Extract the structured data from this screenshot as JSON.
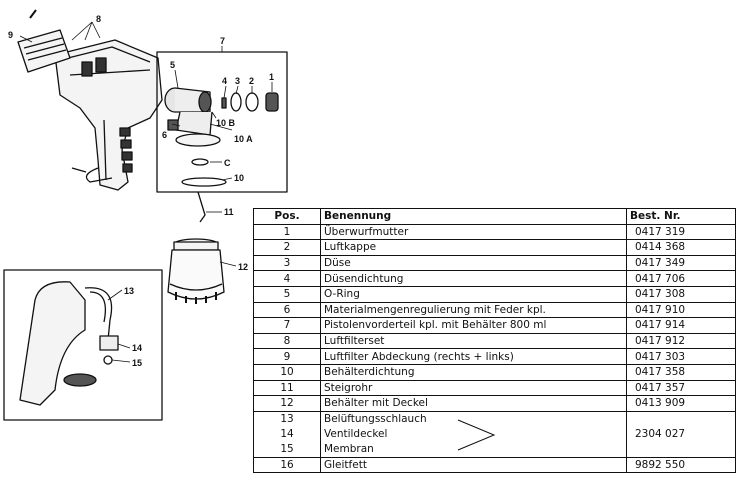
{
  "callouts": {
    "n1": "1",
    "n2": "2",
    "n3": "3",
    "n4": "4",
    "n5": "5",
    "n6": "6",
    "n7": "7",
    "n8": "8",
    "n9": "9",
    "n10": "10",
    "n10a": "10 A",
    "n10b": "10 B",
    "n11": "11",
    "n12": "12",
    "n13": "13",
    "n14": "14",
    "n15": "15",
    "c": "C"
  },
  "table": {
    "headers": {
      "pos": "Pos.",
      "name": "Benennung",
      "nr": "Best. Nr."
    },
    "rows": [
      {
        "pos": "1",
        "name": "Überwurfmutter",
        "nr": "0417 319"
      },
      {
        "pos": "2",
        "name": "Luftkappe",
        "nr": "0414 368"
      },
      {
        "pos": "3",
        "name": "Düse",
        "nr": "0417 349"
      },
      {
        "pos": "4",
        "name": "Düsendichtung",
        "nr": "0417 706"
      },
      {
        "pos": "5",
        "name": "O-Ring",
        "nr": "0417 308"
      },
      {
        "pos": "6",
        "name": "Materialmengenregulierung mit Feder kpl.",
        "nr": "0417 910"
      },
      {
        "pos": "7",
        "name": "Pistolenvorderteil kpl. mit Behälter 800 ml",
        "nr": "0417 914"
      },
      {
        "pos": "8",
        "name": "Luftfilterset",
        "nr": "0417 912"
      },
      {
        "pos": "9",
        "name": "Luftfilter Abdeckung (rechts + links)",
        "nr": "0417 303"
      },
      {
        "pos": "10",
        "name": "Behälterdichtung",
        "nr": "0417 358"
      },
      {
        "pos": "11",
        "name": "Steigrohr",
        "nr": "0417 357"
      },
      {
        "pos": "12",
        "name": "Behälter mit Deckel",
        "nr": "0413 909"
      }
    ],
    "group": {
      "pos": [
        "13",
        "14",
        "15"
      ],
      "name": [
        "Belüftungsschlauch",
        "Ventildeckel",
        "Membran"
      ],
      "nr": "2304 027"
    },
    "last": {
      "pos": "16",
      "name": "Gleitfett",
      "nr": "9892 550"
    }
  }
}
